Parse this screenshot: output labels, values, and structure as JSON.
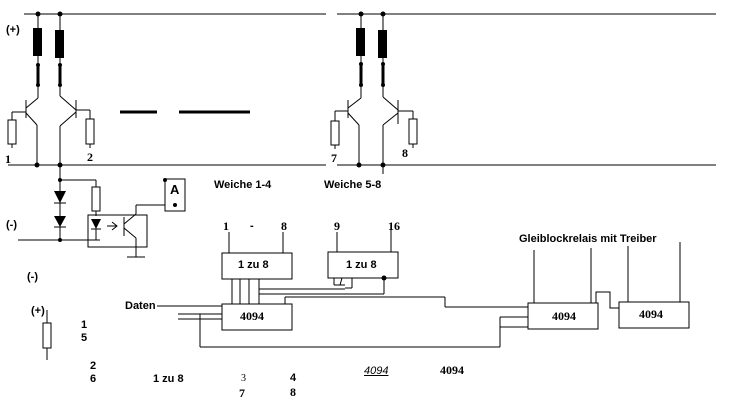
{
  "labels": {
    "plus_top": "(+)",
    "minus_mid": "(-)",
    "minus_lower": "(-)",
    "plus_lower": "(+)",
    "pin_1": "1",
    "pin_2": "2",
    "pin_7": "7",
    "pin_8": "8",
    "ammeter": "A",
    "weiche_1_4": "Weiche 1-4",
    "weiche_5_8": "Weiche 5-8",
    "dec1_in_1": "1",
    "dec1_dash": "-",
    "dec1_in_8": "8",
    "dec2_in_9": "9",
    "dec2_in_16": "16",
    "decoder_1": "1 zu 8",
    "decoder_2": "1 zu 8",
    "daten": "Daten",
    "shift_reg_1": "4094",
    "shift_reg_2": "4094",
    "shift_reg_3": "4094",
    "gleisblock": "Gleiblockrelais mit Treiber",
    "note_1": "1",
    "note_5": "5",
    "note_2": "2",
    "note_6": "6",
    "note_1zu8": "1 zu 8",
    "note_3": "3",
    "note_4": "4",
    "note_7": "7",
    "note_8": "8",
    "note_4094_italic": "4094",
    "note_4094": "4094"
  }
}
